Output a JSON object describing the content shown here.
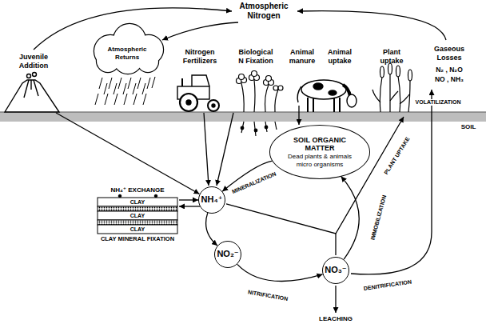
{
  "diagram": {
    "nodes": [
      {
        "text": [
          "SOIL ORGANIC MATTER",
          "Dead plants & animals micro organisms"
        ]
      },
      {
        "text": [
          "NH₄⁺ EXCHANGE",
          "CLAY MINERAL FIXATION"
        ]
      },
      {
        "text": [
          "NH₄⁺"
        ]
      },
      {
        "text": [
          "NO₂⁻"
        ]
      },
      {
        "text": [
          "NO₃⁻"
        ]
      }
    ],
    "edges": [
      {
        "from": 0,
        "to": 2,
        "arrow": "to",
        "label": "MINERALIZATION"
      },
      {
        "from": 1,
        "to": 2,
        "arrow": "to"
      },
      {
        "from": 2,
        "to": 1,
        "arrow": "to"
      },
      {
        "from": 2,
        "to": 3,
        "arrow": "to"
      },
      {
        "from": 3,
        "to": 4,
        "arrow": "to",
        "label": "NITRIFICATION"
      },
      {
        "from": 4,
        "to": 0,
        "arrow": "to",
        "label": "IMMOBILIZATION"
      }
    ],
    "labels": [
      "Atmospheric Nitrogen",
      "Juvenile Addition",
      "Atmospheric Returns",
      "Nitrogen Fertilizers",
      "Biological N Fixation",
      "Animal manure",
      "Animal uptake",
      "Plant uptake",
      "Gaseous Losses",
      "N₂ , N₂O",
      "NO , NH₃",
      "VOLATILIZATION",
      "SOIL",
      "PLANT UPTAKE",
      "DENITRIFICATION",
      "LEACHING",
      "CLAY",
      "CLAY",
      "CLAY"
    ]
  }
}
